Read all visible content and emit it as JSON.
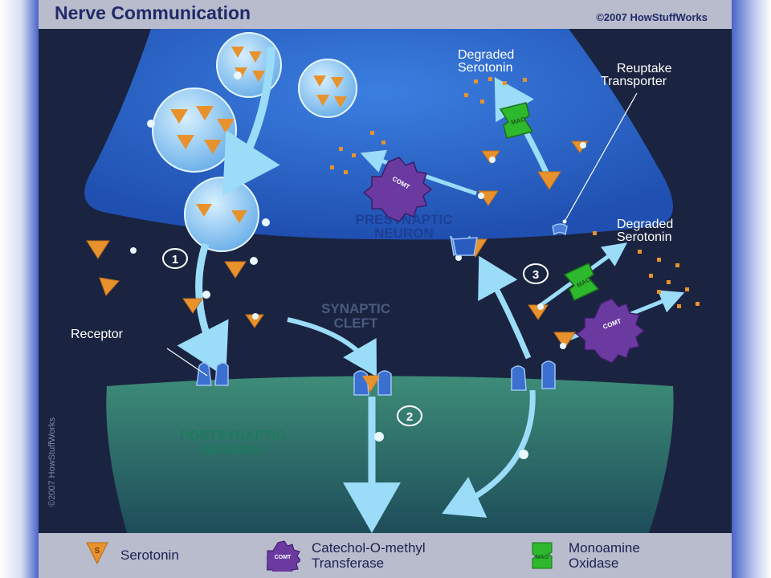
{
  "header": {
    "title": "Nerve Communication",
    "copyright": "©2007 HowStuffWorks"
  },
  "labels": {
    "degraded_top_1": "Degraded",
    "degraded_top_2": "Serotonin",
    "reuptake_1": "Reuptake",
    "reuptake_2": "Transporter",
    "presynaptic_1": "PRESYNAPTIC",
    "presynaptic_2": "NEURON",
    "degraded_right_1": "Degraded",
    "degraded_right_2": "Serotonin",
    "synaptic_1": "SYNAPTIC",
    "synaptic_2": "CLEFT",
    "receptor": "Receptor",
    "postsynaptic_1": "POSTSYNAPTIC",
    "postsynaptic_2": "NEURON",
    "vertical_credit": "©2007 HowStuffWorks",
    "step_1": "1",
    "step_2": "2",
    "step_3": "3",
    "comt_tag": "COMT",
    "mao_tag": "MAO",
    "serotonin_tag": "S"
  },
  "legend": {
    "serotonin": "Serotonin",
    "comt_line1": "Catechol-O-methyl",
    "comt_line2": "Transferase",
    "mao_line1": "Monoamine",
    "mao_line2": "Oxidase"
  },
  "colors": {
    "background": "#1a2440",
    "presynaptic": "#2a63c8",
    "postsynaptic": "#2f7d71",
    "serotonin": "#e8922e",
    "comt": "#6a3aa0",
    "mao": "#2eb82e",
    "arrow": "#8fd4f5"
  }
}
